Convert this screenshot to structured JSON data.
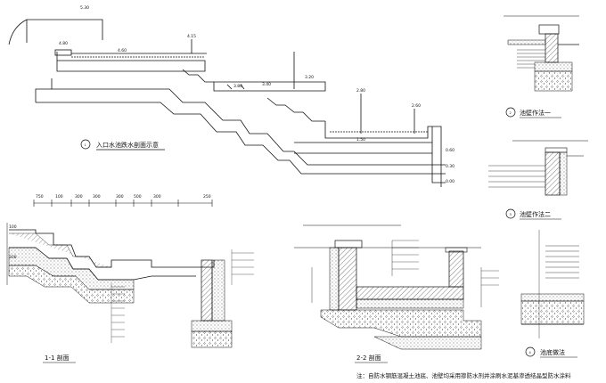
{
  "drawing": {
    "main_title": "入口水池跌水剖面示意",
    "main_index": "1",
    "section_1_title": "1-1 剖面",
    "section_2_title": "2-2 剖面",
    "detail_2_title": "池壁作法一",
    "detail_2_index": "2",
    "detail_3_title": "池壁作法二",
    "detail_3_index": "3",
    "detail_4_title": "池底做法",
    "detail_4_index": "4",
    "note": "注：自防水钢筋混凝土池底、池壁均采用掺防水剂并涂刷水泥基渗透结晶型防水涂料"
  },
  "elevations": {
    "top": "5.30",
    "e1": "4.80",
    "e2": "4.60",
    "e3": "4.15",
    "e4": "3.80",
    "e5": "3.40",
    "e6": "3.20",
    "e7": "2.80",
    "e8": "2.60",
    "e9": "1.50",
    "e10": "0.60",
    "e11": "0.30",
    "e12": "0.00"
  },
  "dimensions": {
    "d1": "750",
    "d2": "100",
    "d3": "300",
    "d4": "300",
    "d5": "300",
    "d6": "500",
    "d7": "300",
    "d8": "100",
    "d9": "200",
    "d10": "250"
  },
  "legend": {
    "hatch_color": "#222222",
    "line_color": "#111111"
  }
}
